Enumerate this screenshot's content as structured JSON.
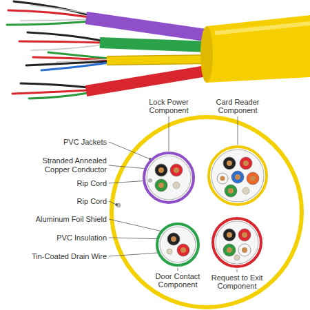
{
  "diagram": {
    "nodes": [
      {
        "text": [
          "Lock Power Component"
        ]
      },
      {
        "text": [
          "Card Reader Component"
        ]
      },
      {
        "text": [
          "Door Contact Component"
        ]
      },
      {
        "text": [
          "Request to Exit Component"
        ]
      }
    ],
    "labels": [
      "PVC Jackets",
      "Stranded Annealed Copper Conductor",
      "Rip Cord",
      "Rip Cord",
      "Aluminum Foil Shield",
      "PVC Insulation",
      "Tin-Coated Drain Wire"
    ]
  }
}
